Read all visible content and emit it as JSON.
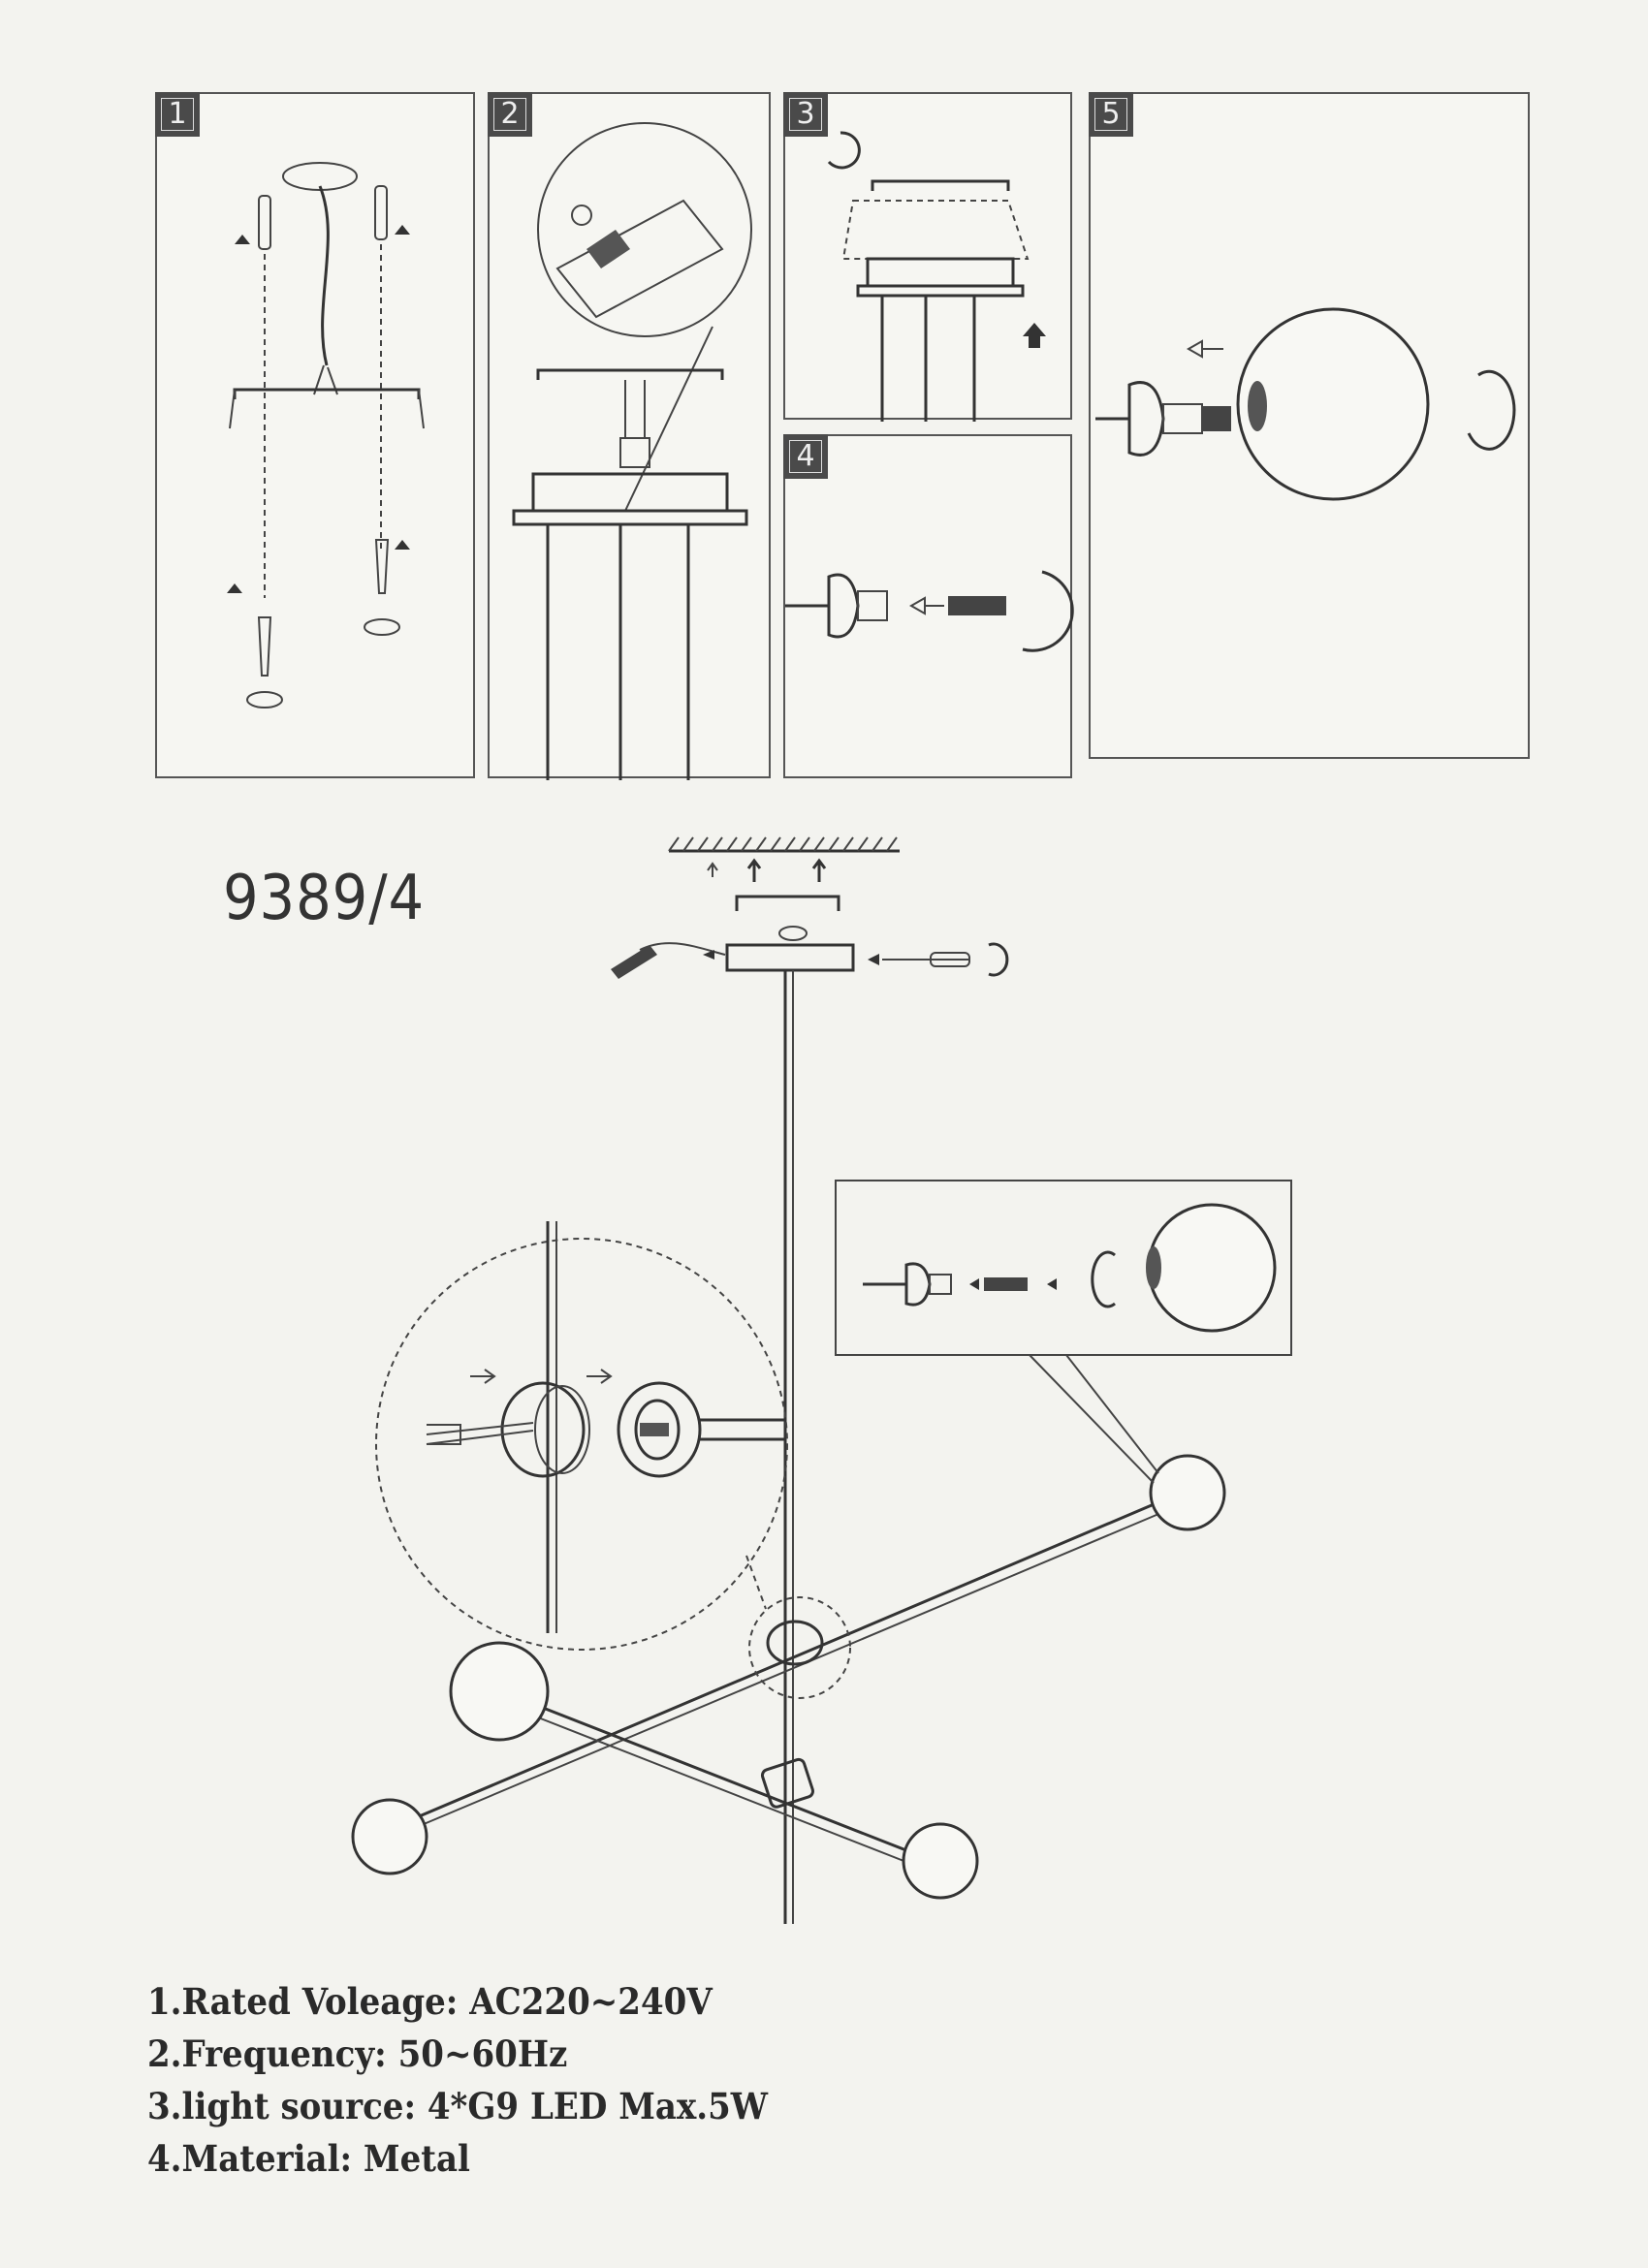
{
  "steps": [
    {
      "number": "1"
    },
    {
      "number": "2"
    },
    {
      "number": "3"
    },
    {
      "number": "4"
    },
    {
      "number": "5"
    }
  ],
  "model_number": "9389/4",
  "specs": [
    "1.Rated Voleage: AC220~240V",
    "2.Frequency: 50~60Hz",
    "3.light source: 4*G9 LED Max.5W",
    "4.Material: Metal"
  ]
}
